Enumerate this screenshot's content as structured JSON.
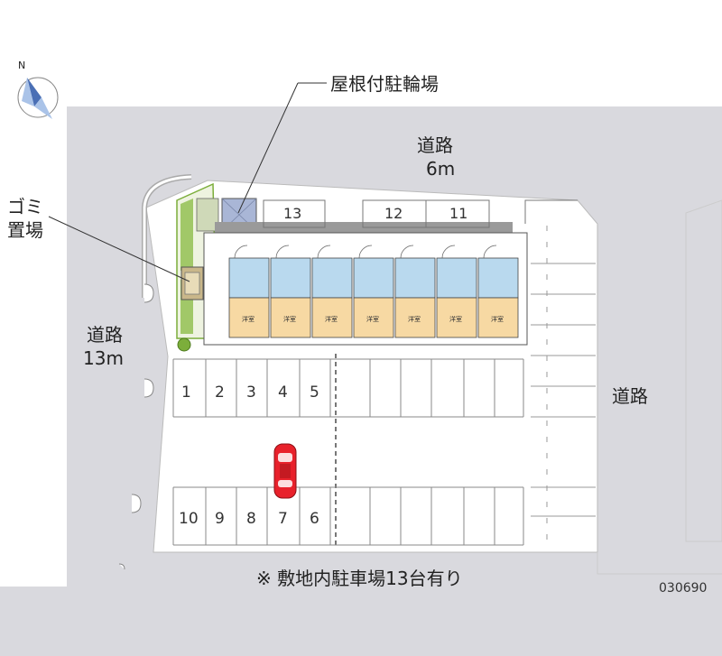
{
  "labels": {
    "bike_parking": "屋根付駐輪場",
    "road_north": "道路",
    "road_north_width": "6m",
    "garbage_line1": "ゴミ",
    "garbage_line2": "置場",
    "road_west": "道路",
    "road_west_width": "13m",
    "road_east": "道路",
    "parking_note": "※ 敷地内駐車場13台有り",
    "property_code": "030690",
    "compass_north": "N"
  },
  "parking": {
    "top_row": [
      "13",
      "12",
      "11"
    ],
    "row_upper": [
      "1",
      "2",
      "3",
      "4",
      "5"
    ],
    "row_lower": [
      "10",
      "9",
      "8",
      "7",
      "6"
    ]
  },
  "units": {
    "room_label": "洋室",
    "count": 7
  },
  "colors": {
    "road": "#d9d9de",
    "site": "#ffffff",
    "building_room": "#f7d9a3",
    "building_wet": "#b9d9ee",
    "roof_band": "#9a9a9a",
    "car": "#e8212b",
    "greenery": "#7cae3b",
    "bike_roof": "#a9b6d6"
  }
}
